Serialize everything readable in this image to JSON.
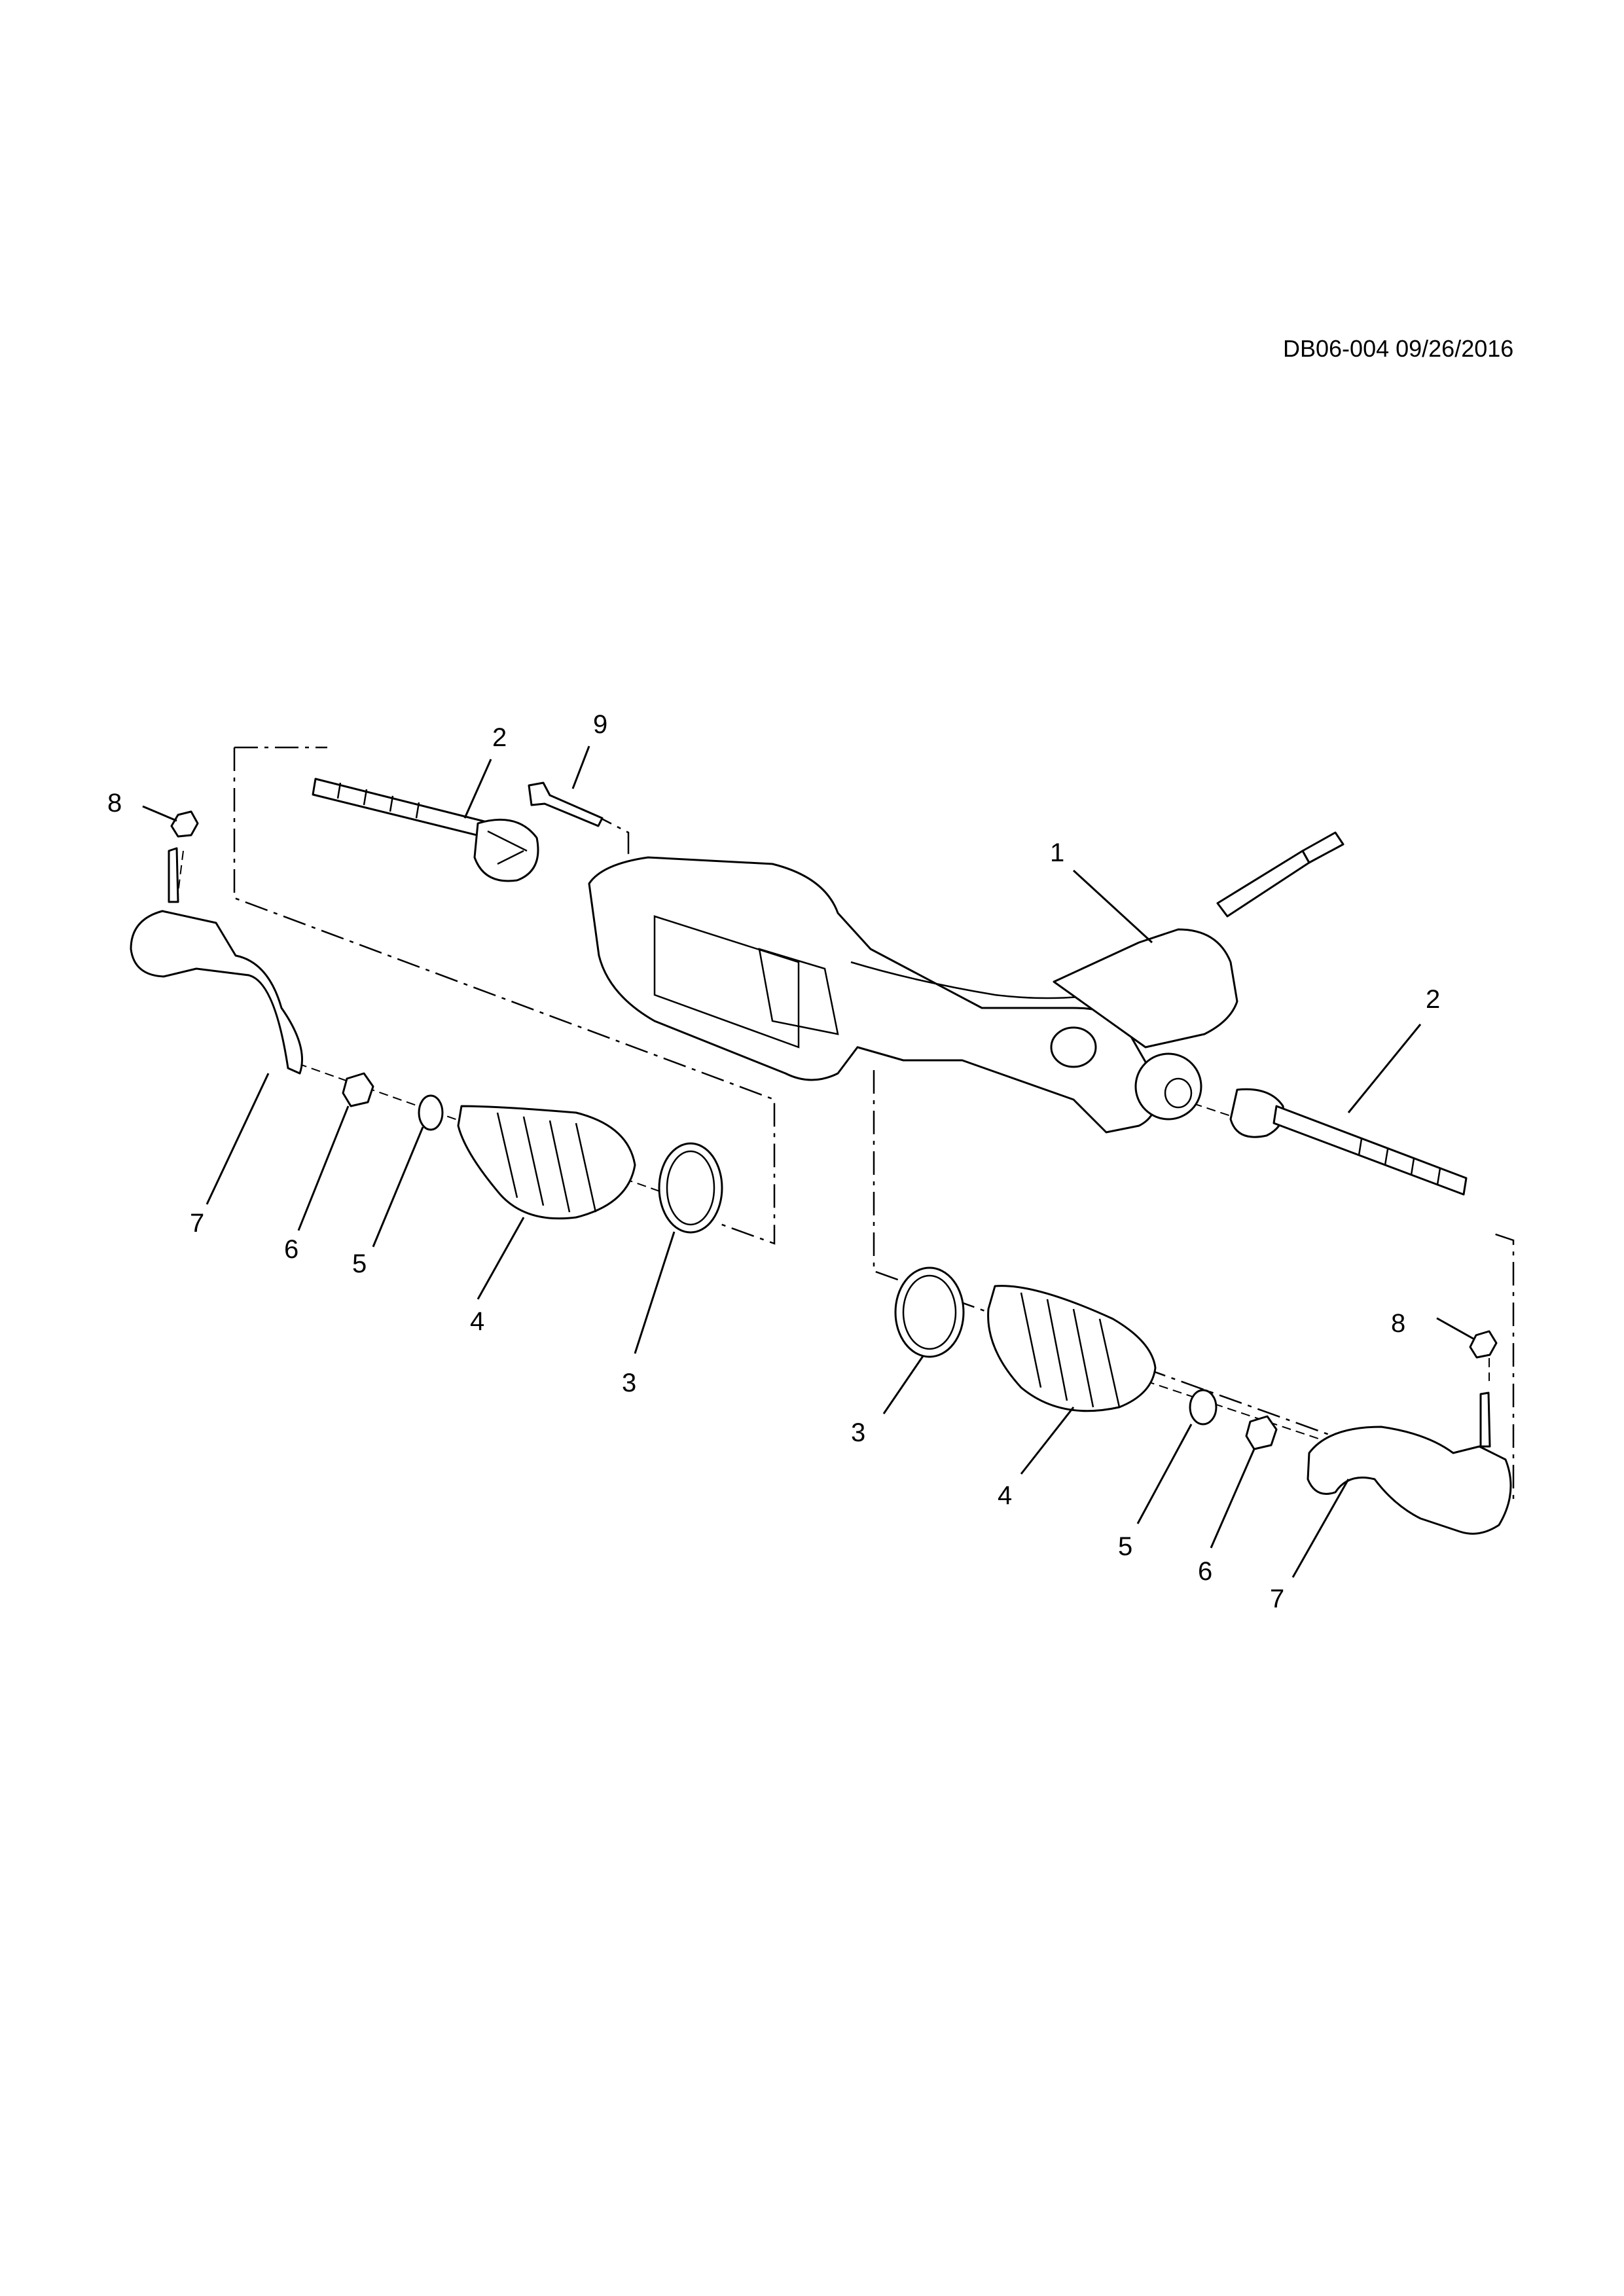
{
  "document": {
    "id_date": "DB06-004 09/26/2016"
  },
  "callouts": {
    "steering_gear": "1",
    "inner_tie_rod_left": "2",
    "inner_tie_rod_right": "2",
    "boot_clamp_left": "3",
    "boot_clamp_right": "3",
    "boot_left": "4",
    "boot_right": "4",
    "small_clamp_left": "5",
    "small_clamp_right": "5",
    "jam_nut_left": "6",
    "jam_nut_right": "6",
    "outer_tie_rod_left": "7",
    "outer_tie_rod_right": "7",
    "nut_left": "8",
    "nut_right": "8",
    "bolt": "9"
  }
}
